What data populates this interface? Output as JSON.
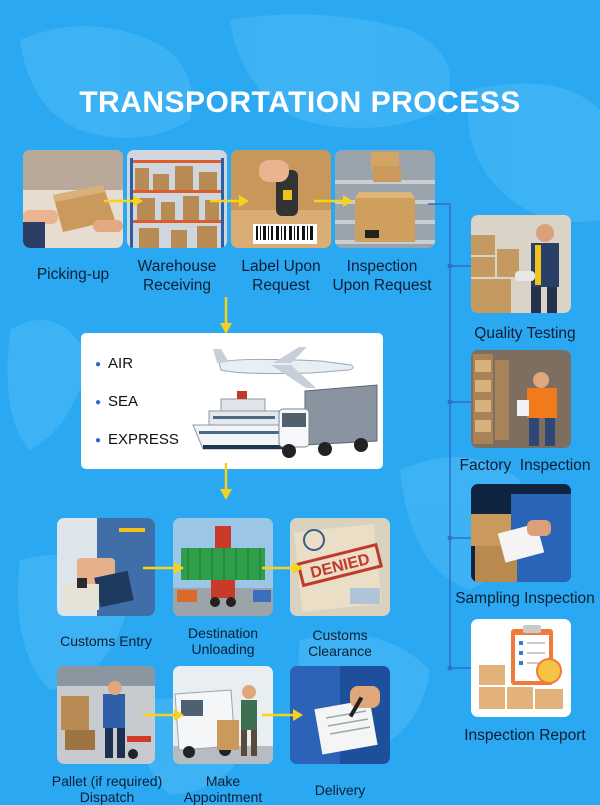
{
  "title": "TRANSPORTATION PROCESS",
  "colors": {
    "background": "#2aa8f2",
    "arrow": "#f7d21a",
    "connector": "#2e6fcf"
  },
  "row1": [
    {
      "icon": "picking-up-photo",
      "label": "Picking-up"
    },
    {
      "icon": "warehouse-photo",
      "label_1": "Warehouse",
      "label_2": "Receiving"
    },
    {
      "icon": "label-scanner-photo",
      "label_1": "Label Upon",
      "label_2": "Request"
    },
    {
      "icon": "inspection-box-photo",
      "label_1": "Inspection",
      "label_2": "Upon Request"
    }
  ],
  "modes": [
    "AIR",
    "SEA",
    "EXPRESS"
  ],
  "row2": [
    {
      "icon": "customs-entry-photo",
      "label": "Customs Entry"
    },
    {
      "icon": "container-unloading-photo",
      "label_1": "Destination",
      "label_2": "Unloading"
    },
    {
      "icon": "customs-clearance-photo",
      "label_1": "Customs",
      "label_2": "Clearance",
      "stamp": "DENIED"
    }
  ],
  "row3": [
    {
      "icon": "pallet-dispatch-photo",
      "label_1": "Pallet (if required)",
      "label_2": "Dispatch"
    },
    {
      "icon": "delivery-van-photo",
      "label_1": "Make",
      "label_2": "Appointment"
    },
    {
      "icon": "delivery-signing-photo",
      "label": "Delivery"
    }
  ],
  "side": [
    {
      "icon": "quality-testing-photo",
      "label": "Quality Testing"
    },
    {
      "icon": "factory-inspection-photo",
      "label": "Factory  Inspection"
    },
    {
      "icon": "sampling-inspection-photo",
      "label": "Sampling Inspection"
    },
    {
      "icon": "inspection-report-photo",
      "label": "Inspection Report"
    }
  ]
}
